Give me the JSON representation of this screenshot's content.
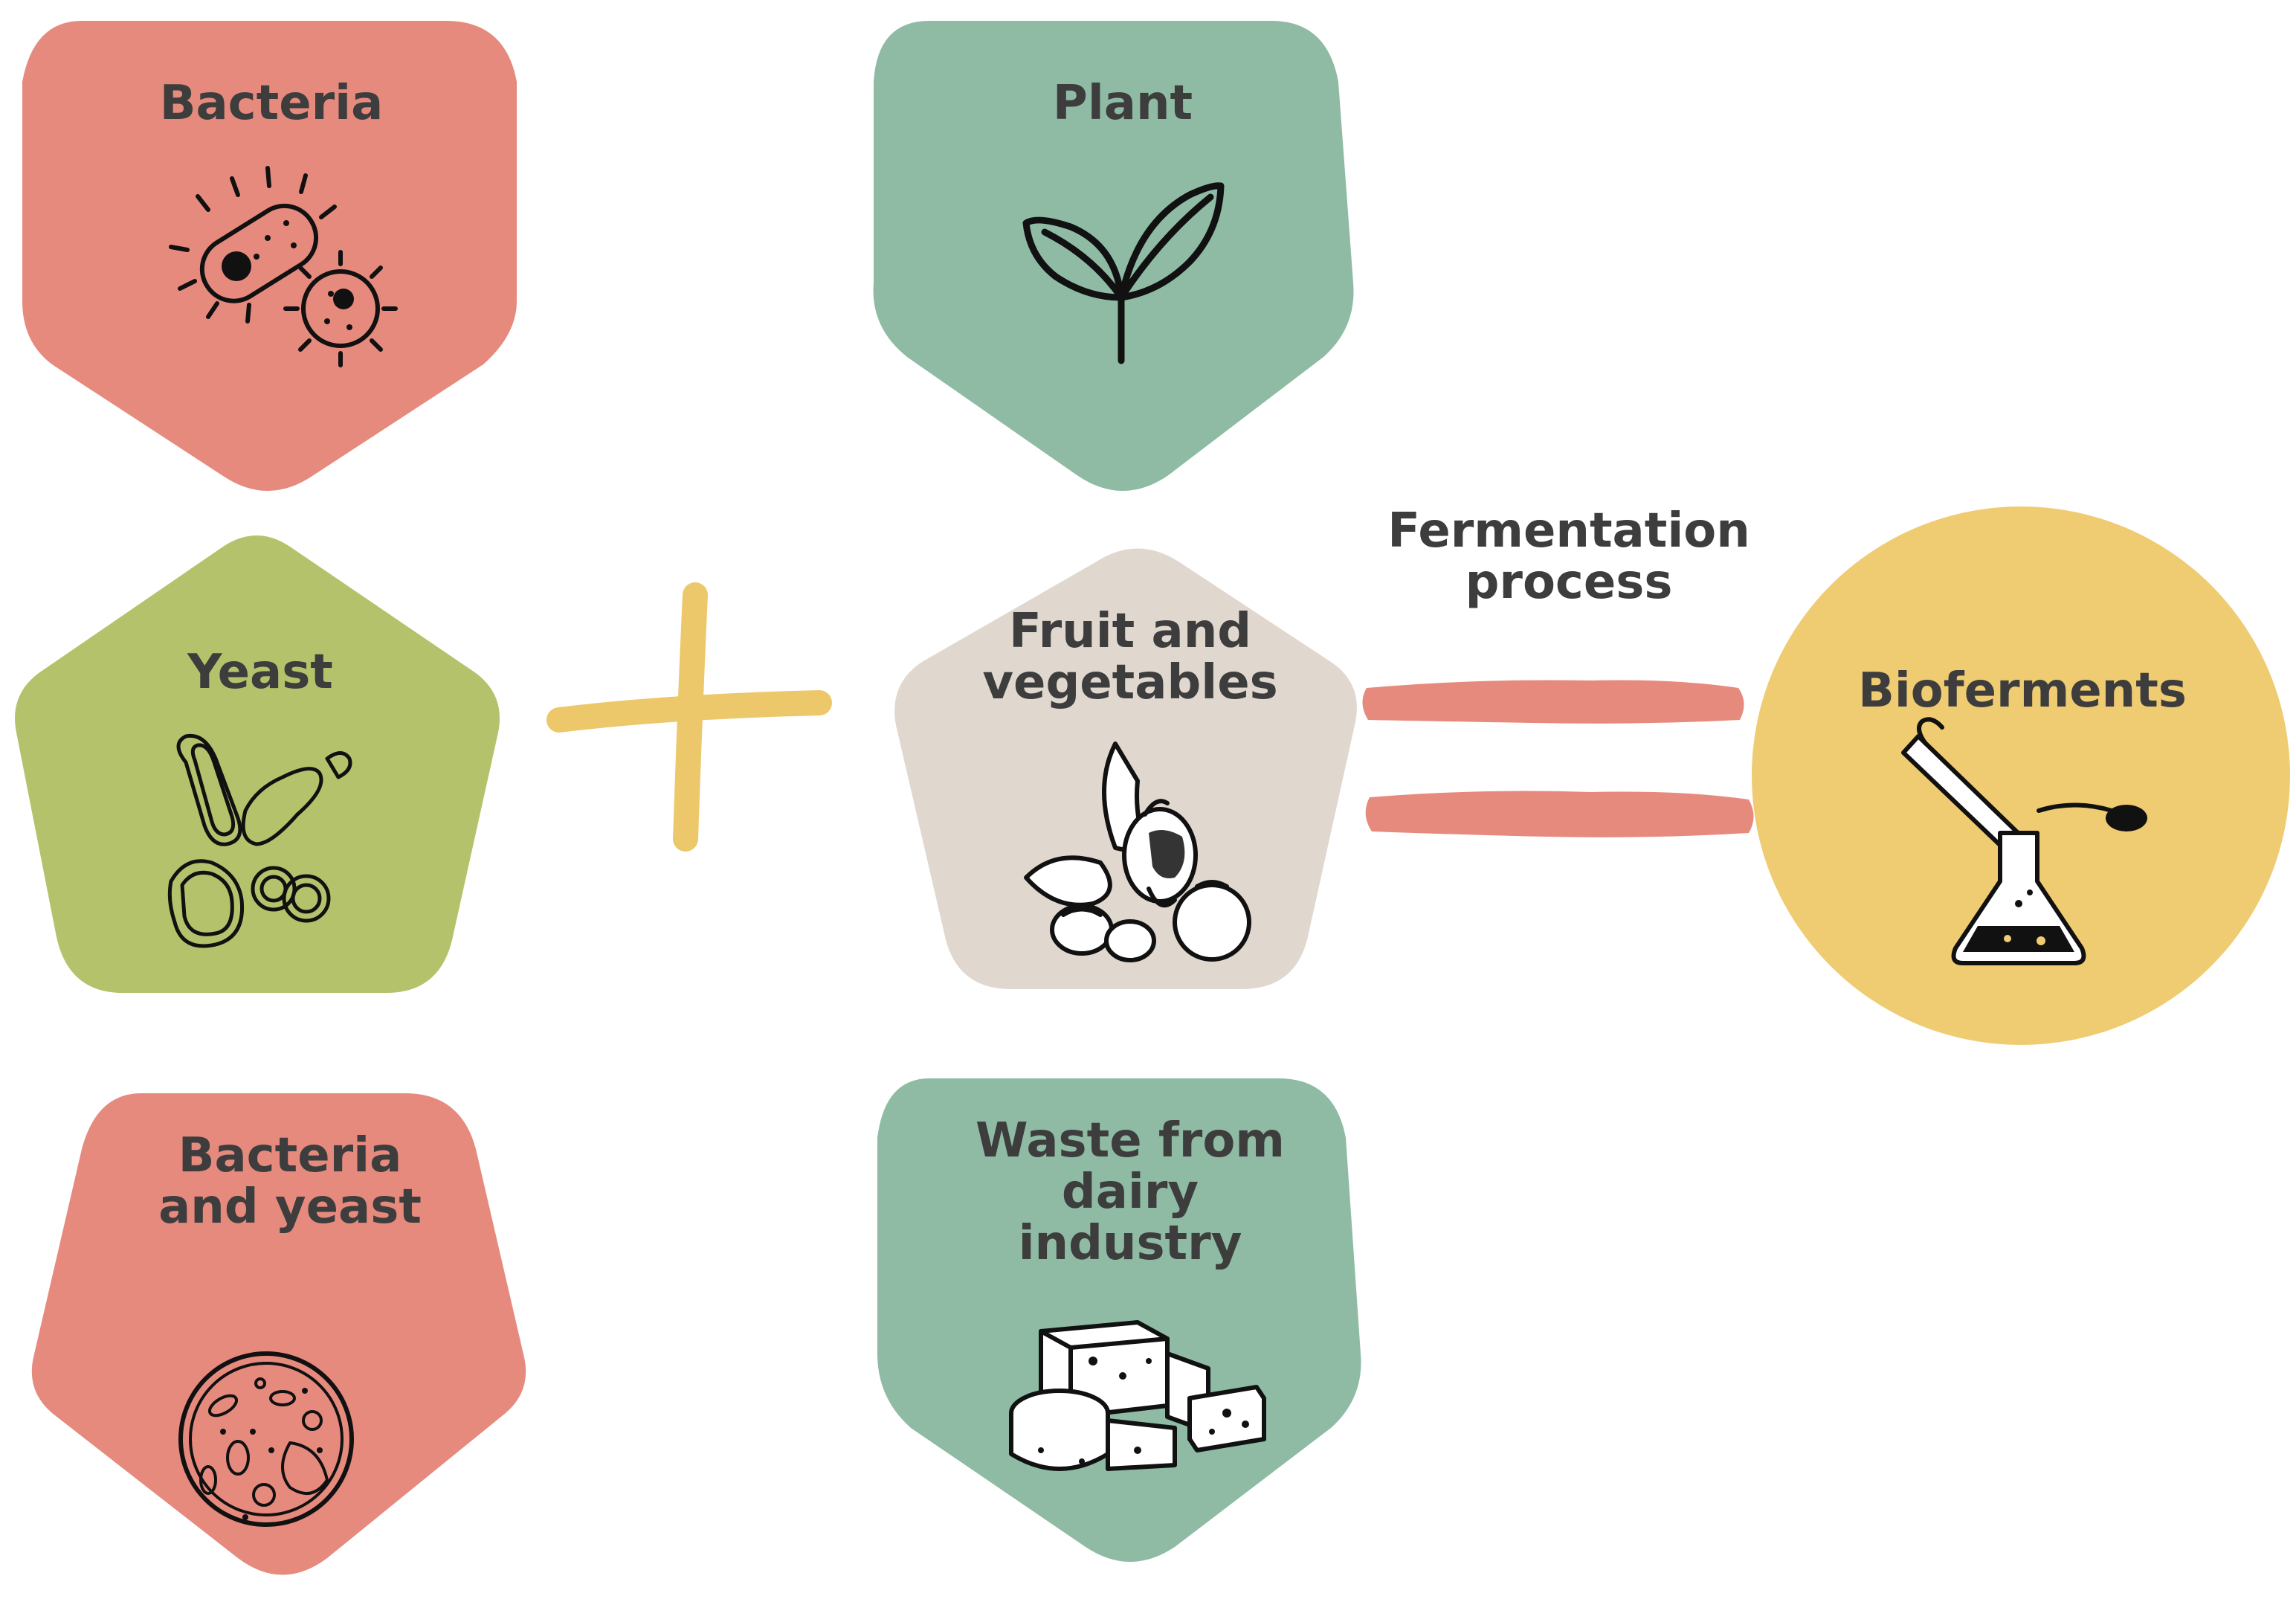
{
  "microorganisms": [
    {
      "label": "Bacteria",
      "icon": "bacteria-icon",
      "color": "#e68a7e"
    },
    {
      "label": "Yeast",
      "icon": "yeast-icon",
      "color": "#b4c36b"
    },
    {
      "label": "Bacteria and yeast",
      "icon": "petri-dish-icon",
      "color": "#e68a7e"
    }
  ],
  "substrates": [
    {
      "label": "Plant",
      "icon": "sprout-icon",
      "color": "#8fbba4"
    },
    {
      "label": "Fruit and vegetables",
      "icon": "vegetables-icon",
      "color": "#e0d8cf"
    },
    {
      "label": "Waste from dairy industry",
      "icon": "cheese-icon",
      "color": "#8fbba4"
    }
  ],
  "operator": {
    "symbol": "plus-sign",
    "color": "#ecc86a"
  },
  "process": {
    "label": "Fermentation process",
    "equals_color": "#e68a7e"
  },
  "product": {
    "label": "Bioferments",
    "icon": "lab-flask-dropper-icon",
    "color": "#efcb71"
  }
}
